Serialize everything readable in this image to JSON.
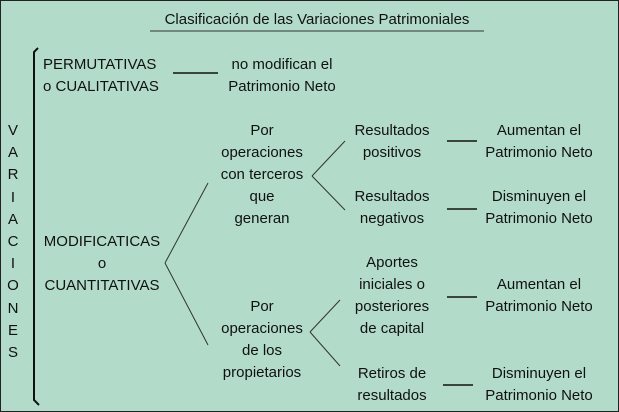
{
  "title": "Clasificación de las Variaciones Patrimoniales",
  "side_label_letters": [
    "V",
    "A",
    "R",
    "I",
    "A",
    "C",
    "I",
    "O",
    "N",
    "E",
    "S"
  ],
  "permutativas": {
    "label": [
      "PERMUTATIVAS",
      "o CUALITATIVAS"
    ],
    "result": [
      "no modifican el",
      "Patrimonio Neto"
    ]
  },
  "modificativas": {
    "label": [
      "MODIFICATICAS",
      "o",
      "CUANTITATIVAS"
    ],
    "terceros": {
      "label": [
        "Por",
        "operaciones",
        "con terceros",
        "que",
        "generan"
      ],
      "positivos": {
        "label": [
          "Resultados",
          "positivos"
        ],
        "result": [
          "Aumentan el",
          "Patrimonio Neto"
        ]
      },
      "negativos": {
        "label": [
          "Resultados",
          "negativos"
        ],
        "result": [
          "Disminuyen el",
          "Patrimonio Neto"
        ]
      }
    },
    "propietarios": {
      "label": [
        "Por",
        "operaciones",
        "de los",
        "propietarios"
      ],
      "aportes": {
        "label": [
          "Aportes",
          "iniciales o",
          "posteriores",
          "de capital"
        ],
        "result": [
          "Aumentan el",
          "Patrimonio Neto"
        ]
      },
      "retiros": {
        "label": [
          "Retiros de",
          "resultados"
        ],
        "result": [
          "Disminuyen el",
          "Patrimonio Neto"
        ]
      }
    }
  }
}
